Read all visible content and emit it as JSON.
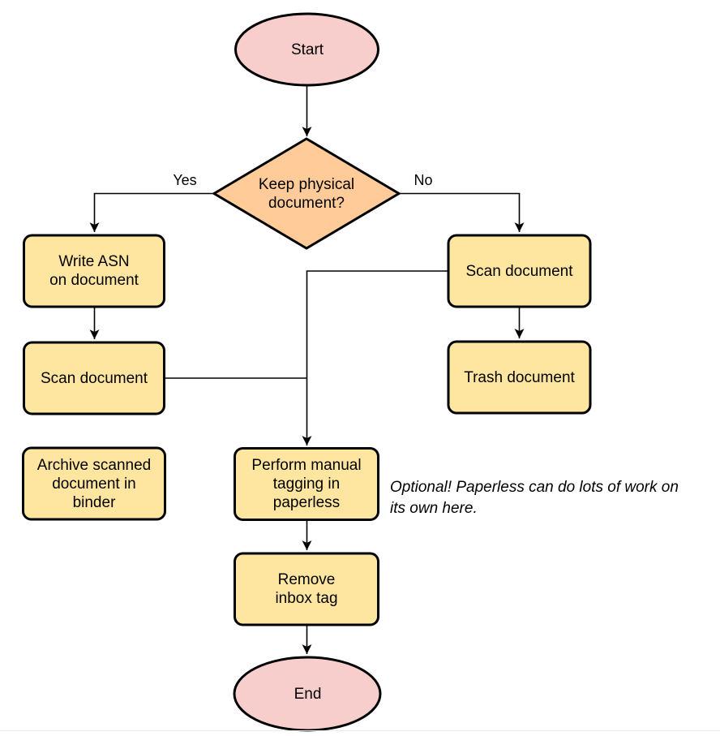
{
  "colors": {
    "terminator_fill": "#F8CECC",
    "decision_fill": "#FFCC99",
    "process_fill": "#FFE6A0",
    "stroke": "#000000",
    "text": "#000000"
  },
  "nodes": {
    "start": "Start",
    "decision": "Keep physical\ndocument?",
    "write_asn": "Write ASN\non document",
    "scan_left": "Scan document",
    "archive": "Archive scanned\ndocument in\nbinder",
    "scan_right": "Scan document",
    "trash": "Trash document",
    "tagging": "Perform manual\ntagging in\npaperless",
    "remove_inbox": "Remove\ninbox tag",
    "end": "End"
  },
  "edge_labels": {
    "yes": "Yes",
    "no": "No"
  },
  "note": "Optional! Paperless can do lots of work on\nits own here."
}
